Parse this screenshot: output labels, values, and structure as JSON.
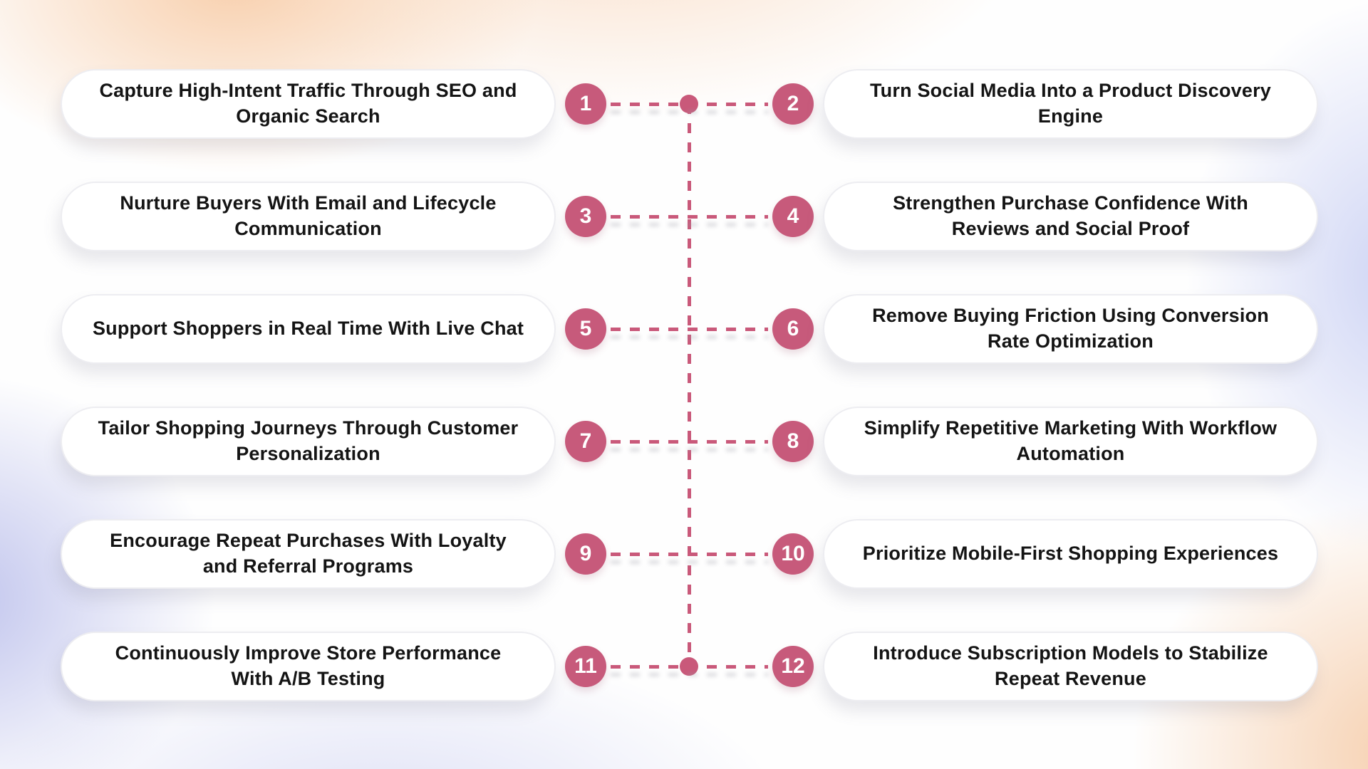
{
  "infographic": {
    "accent_color": "#c75a7b",
    "dash_color": "#c9597a",
    "text_color": "#141414",
    "card_background": "#ffffff",
    "rows": [
      {
        "left": {
          "number": "1",
          "text": "Capture High-Intent Traffic Through SEO and Organic Search"
        },
        "right": {
          "number": "2",
          "text": "Turn Social Media Into a Product Discovery Engine"
        }
      },
      {
        "left": {
          "number": "3",
          "text": "Nurture Buyers With Email and Lifecycle Communication"
        },
        "right": {
          "number": "4",
          "text": "Strengthen Purchase Confidence With Reviews and Social Proof"
        }
      },
      {
        "left": {
          "number": "5",
          "text": "Support Shoppers in Real Time With Live Chat"
        },
        "right": {
          "number": "6",
          "text": "Remove Buying Friction Using Conversion Rate Optimization"
        }
      },
      {
        "left": {
          "number": "7",
          "text": "Tailor Shopping Journeys Through Customer Personalization"
        },
        "right": {
          "number": "8",
          "text": "Simplify Repetitive Marketing With Workflow Automation"
        }
      },
      {
        "left": {
          "number": "9",
          "text": "Encourage Repeat Purchases With Loyalty and Referral Programs"
        },
        "right": {
          "number": "10",
          "text": "Prioritize Mobile-First Shopping Experiences"
        }
      },
      {
        "left": {
          "number": "11",
          "text": "Continuously Improve Store Performance With A/B Testing"
        },
        "right": {
          "number": "12",
          "text": "Introduce Subscription Models to Stabilize Repeat Revenue"
        }
      }
    ]
  }
}
